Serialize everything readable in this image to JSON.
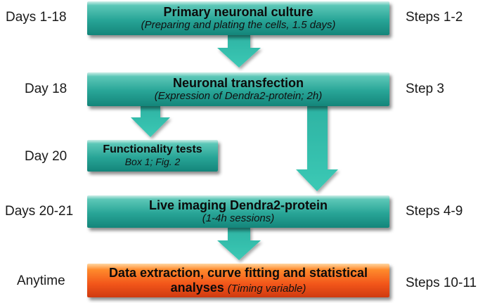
{
  "colors": {
    "box_teal": "#28a597",
    "box_orange": "#f2561a",
    "arrow_teal": "#26a596"
  },
  "left_labels": [
    "Days 1-18",
    "Day 18",
    "Day 20",
    "Days 20-21",
    "Anytime"
  ],
  "right_labels": [
    "Steps 1-2",
    "Step 3",
    "Steps 4-9",
    "Steps 10-11"
  ],
  "boxes": {
    "culture": {
      "title": "Primary neuronal culture",
      "subtitle": "(Preparing and plating the cells, 1.5 days)"
    },
    "transfection": {
      "title": "Neuronal transfection",
      "subtitle": "(Expression of Dendra2-protein; 2h)"
    },
    "functionality": {
      "title": "Functionality tests",
      "subtitle": "Box 1; Fig. 2"
    },
    "imaging": {
      "title": "Live imaging Dendra2-protein",
      "subtitle": "(1-4h sessions)"
    },
    "analysis": {
      "line1": "Data extraction, curve fitting and statistical",
      "line2": "analyses",
      "subtitle": "(Timing variable)"
    }
  }
}
